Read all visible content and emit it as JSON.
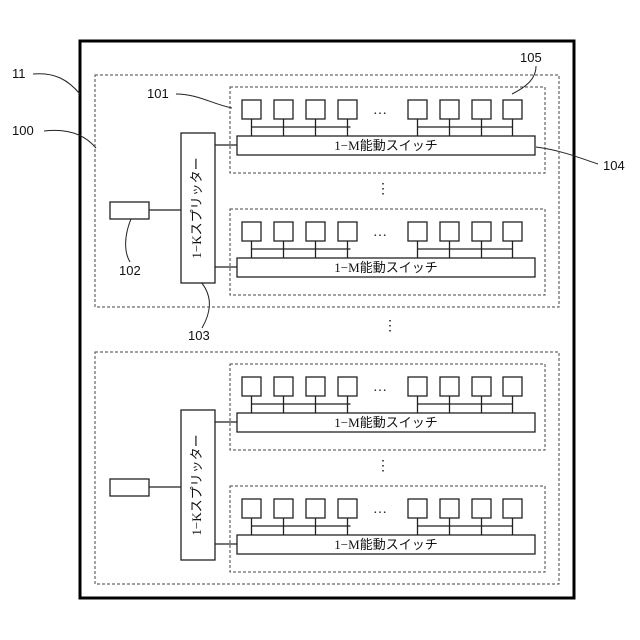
{
  "ref_labels": {
    "system": "11",
    "group": "100",
    "switch_block": "101",
    "source": "102",
    "splitter": "103",
    "switch": "104",
    "element": "105"
  },
  "switch_label": "1−M能動スイッチ",
  "splitter_label": "1−Kスプリッター",
  "ellipsis_horizontal": "…",
  "ellipsis_vertical": "⋮"
}
